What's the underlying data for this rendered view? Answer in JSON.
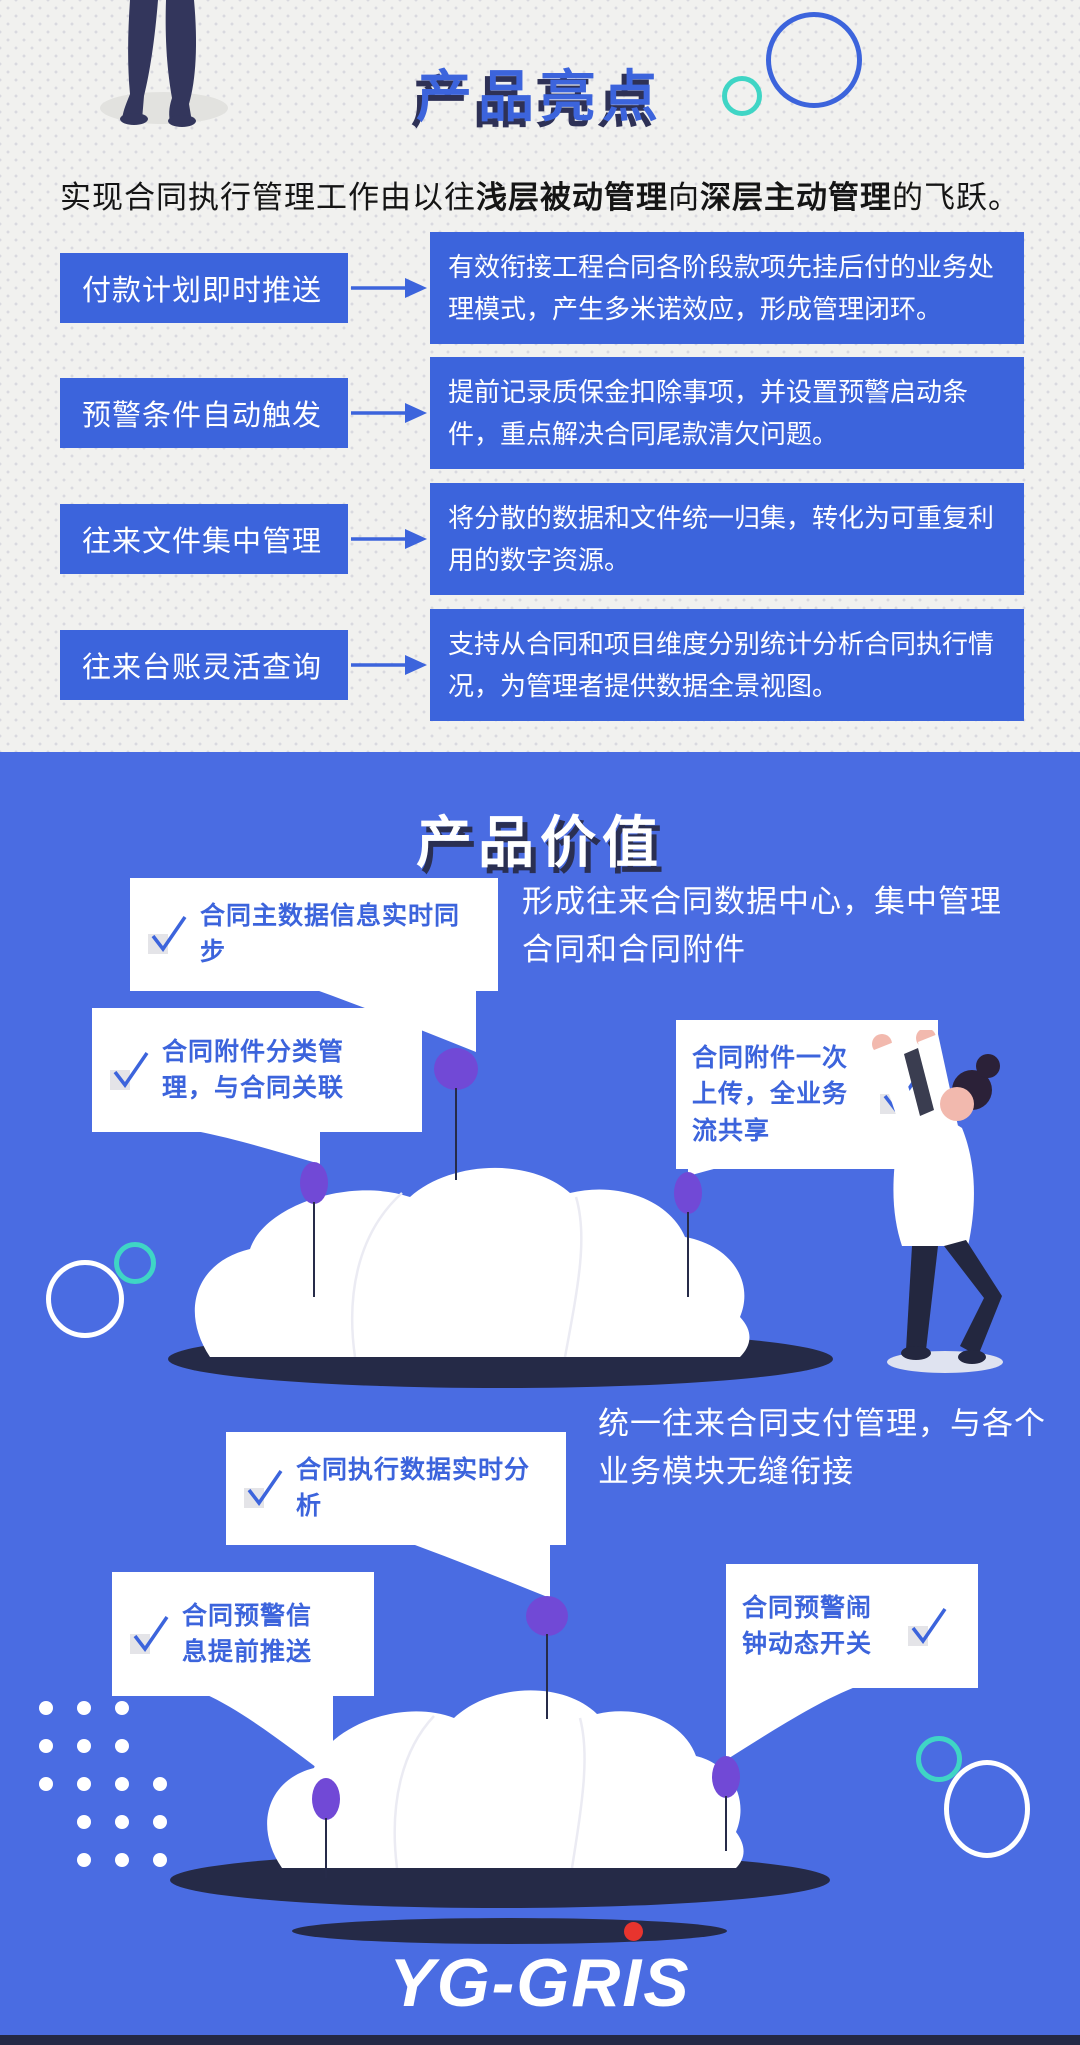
{
  "colors": {
    "accent_blue": "#3c64dc",
    "section2_background": "#4a6ce2",
    "dark_navy": "#2e3156",
    "pin_purple": "#7149d6",
    "teal": "#3fd5c5",
    "logo_dot_red": "#e8342e"
  },
  "highlights": {
    "title": "产品亮点",
    "intro": {
      "t1": "实现合同执行管理工作由以往",
      "b1": "浅层被动管理",
      "t2": "向",
      "b2": "深层主动管理",
      "t3": "的飞跃。"
    },
    "features": [
      {
        "label": "付款计划即时推送",
        "desc": "有效衔接工程合同各阶段款项先挂后付的业务处理模式，产生多米诺效应，形成管理闭环。"
      },
      {
        "label": "预警条件自动触发",
        "desc": "提前记录质保金扣除事项，并设置预警启动条件，重点解决合同尾款清欠问题。"
      },
      {
        "label": "往来文件集中管理",
        "desc": "将分散的数据和文件统一归集，转化为可重复利用的数字资源。"
      },
      {
        "label": "往来台账灵活查询",
        "desc": "支持从合同和项目维度分别统计分析合同执行情况，为管理者提供数据全景视图。"
      }
    ]
  },
  "value": {
    "title": "产品价值",
    "group1": {
      "summary": "形成往来合同数据中心，集中管理合同和合同附件",
      "callouts": [
        "合同主数据信息实时同步",
        "合同附件分类管理，与合同关联",
        "合同附件一次上传，全业务流共享"
      ]
    },
    "group2": {
      "summary": "统一往来合同支付管理，与各个业务模块无缝衔接",
      "callouts": [
        "合同执行数据实时分析",
        "合同预警信息提前推送",
        "合同预警闹钟动态开关"
      ]
    }
  },
  "footer": {
    "logo_pre": "YG-GR",
    "logo_i": "I",
    "logo_post": "S"
  }
}
